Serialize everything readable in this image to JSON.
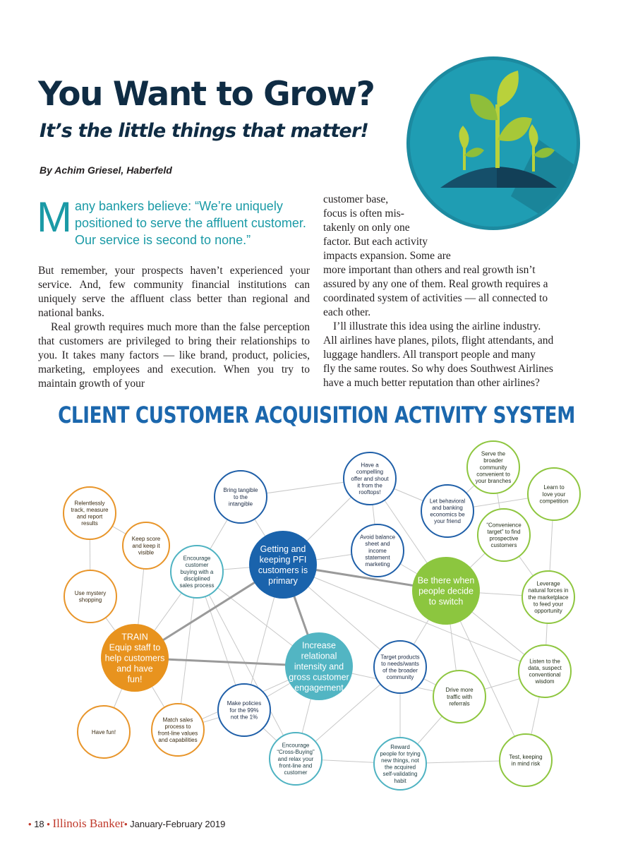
{
  "article": {
    "title": "You Want to Grow?",
    "subtitle": "It’s the little things that matter!",
    "byline": "By Achim Griesel, Haberfeld",
    "pullquote_initial": "M",
    "pullquote_rest": "any bankers believe: “We’re uniquely positioned to serve the affluent customer. Our service is second to none.”",
    "col1_paragraphs": [
      "But remember, your prospects haven’t experienced your service. And, few community financial institutions can uniquely serve the affluent class better than regional and national banks.",
      "Real growth requires much more than the false perception that customers are privileged to bring their relationships to you. It takes many factors — like brand, product, policies, marketing, employees and execution. When you try to maintain growth of your"
    ],
    "col2_lines": [
      "customer base,",
      "focus is often mis-",
      "takenly on only one",
      "factor. But each activity",
      "impacts expansion. Some are",
      "more important than others and real growth isn’t",
      "assured by any one of them. Real growth requires a",
      "coordinated system of activities — all connected to",
      "each other.",
      "I’ll illustrate this idea using the airline industry.",
      "All airlines have planes, pilots, flight attendants, and",
      "luggage handlers. All transport people and many",
      "fly the same routes. So why does Southwest Airlines",
      "have a much better reputation than other airlines?"
    ]
  },
  "diagram": {
    "title": "CLIENT CUSTOMER ACQUISITION ACTIVITY SYSTEM",
    "colors": {
      "orange": "#e8952a",
      "orange_fill": "#e8931e",
      "blue": "#1f5fa8",
      "blue_fill": "#1a63ac",
      "teal": "#4fb3c2",
      "teal_fill": "#52b5c3",
      "green": "#8ec63f",
      "green_fill": "#8cc63f",
      "line": "#c8c8c8",
      "thick_line": "#9a9a9a"
    },
    "nodes": [
      {
        "id": "relentlessly",
        "text": [
          "Relentlessly",
          "track, measure",
          "and report",
          "results"
        ]
      },
      {
        "id": "keep-score",
        "text": [
          "Keep score",
          "and keep it",
          "visible"
        ]
      },
      {
        "id": "mystery",
        "text": [
          "Use mystery",
          "shopping"
        ]
      },
      {
        "id": "train",
        "text": [
          "TRAIN",
          "Equip staff to",
          "help customers",
          "and have",
          "fun!"
        ]
      },
      {
        "id": "have-fun",
        "text": [
          "Have fun!"
        ]
      },
      {
        "id": "match-sales",
        "text": [
          "Match sales",
          "process to",
          "front-line values",
          "and capabilities"
        ]
      },
      {
        "id": "bring-tangible",
        "text": [
          "Bring tangible",
          "to the",
          "intangible"
        ]
      },
      {
        "id": "encourage-buying",
        "text": [
          "Encourage",
          "customer",
          "buying with a",
          "disciplined",
          "sales process"
        ]
      },
      {
        "id": "getting-keeping",
        "text": [
          "Getting and",
          "keeping PFI",
          "customers is",
          "primary"
        ]
      },
      {
        "id": "make-policies",
        "text": [
          "Make policies",
          "for the 99%",
          "not the 1%"
        ]
      },
      {
        "id": "increase-relational",
        "text": [
          "Increase",
          "relational",
          "intensity and",
          "gross customer",
          "engagement"
        ]
      },
      {
        "id": "cross-buying",
        "text": [
          "Encourage",
          "“Cross-Buying”",
          "and relax your",
          "front-line and",
          "customer"
        ]
      },
      {
        "id": "compelling-offer",
        "text": [
          "Have a",
          "compelling",
          "offer and shout",
          "it from the",
          "rooftops!"
        ]
      },
      {
        "id": "avoid-balance",
        "text": [
          "Avoid balance",
          "sheet and",
          "income",
          "statement",
          "marketing"
        ]
      },
      {
        "id": "target-products",
        "text": [
          "Target products",
          "to needs/wants",
          "of the broader",
          "community"
        ]
      },
      {
        "id": "reward",
        "text": [
          "Reward",
          "people for trying",
          "new things, not",
          "the acquired",
          "self-validating",
          "habit"
        ]
      },
      {
        "id": "drive-traffic",
        "text": [
          "Drive more",
          "traffic with",
          "referrals"
        ]
      },
      {
        "id": "be-there",
        "text": [
          "Be there when",
          "people decide",
          "to switch"
        ]
      },
      {
        "id": "behavioral",
        "text": [
          "Let behavioral",
          "and banking",
          "economics be",
          "your friend"
        ]
      },
      {
        "id": "serve-broader",
        "text": [
          "Serve the",
          "broader",
          "community",
          "convenient to",
          "your branches"
        ]
      },
      {
        "id": "learn-love",
        "text": [
          "Learn to",
          "love your",
          "competition"
        ]
      },
      {
        "id": "convenience",
        "text": [
          "“Convenience",
          "target” to find",
          "prospective",
          "customers"
        ]
      },
      {
        "id": "leverage",
        "text": [
          "Leverage",
          "natural forces in",
          "the marketplace",
          "to feed your",
          "opportunity"
        ]
      },
      {
        "id": "listen-data",
        "text": [
          "Listen to the",
          "data, suspect",
          "conventional",
          "wisdom"
        ]
      },
      {
        "id": "test",
        "text": [
          "Test, keeping",
          "in mind risk"
        ]
      }
    ]
  },
  "footer": {
    "page": "18",
    "magazine": "Illinois Banker",
    "issue": "January-February 2019"
  }
}
